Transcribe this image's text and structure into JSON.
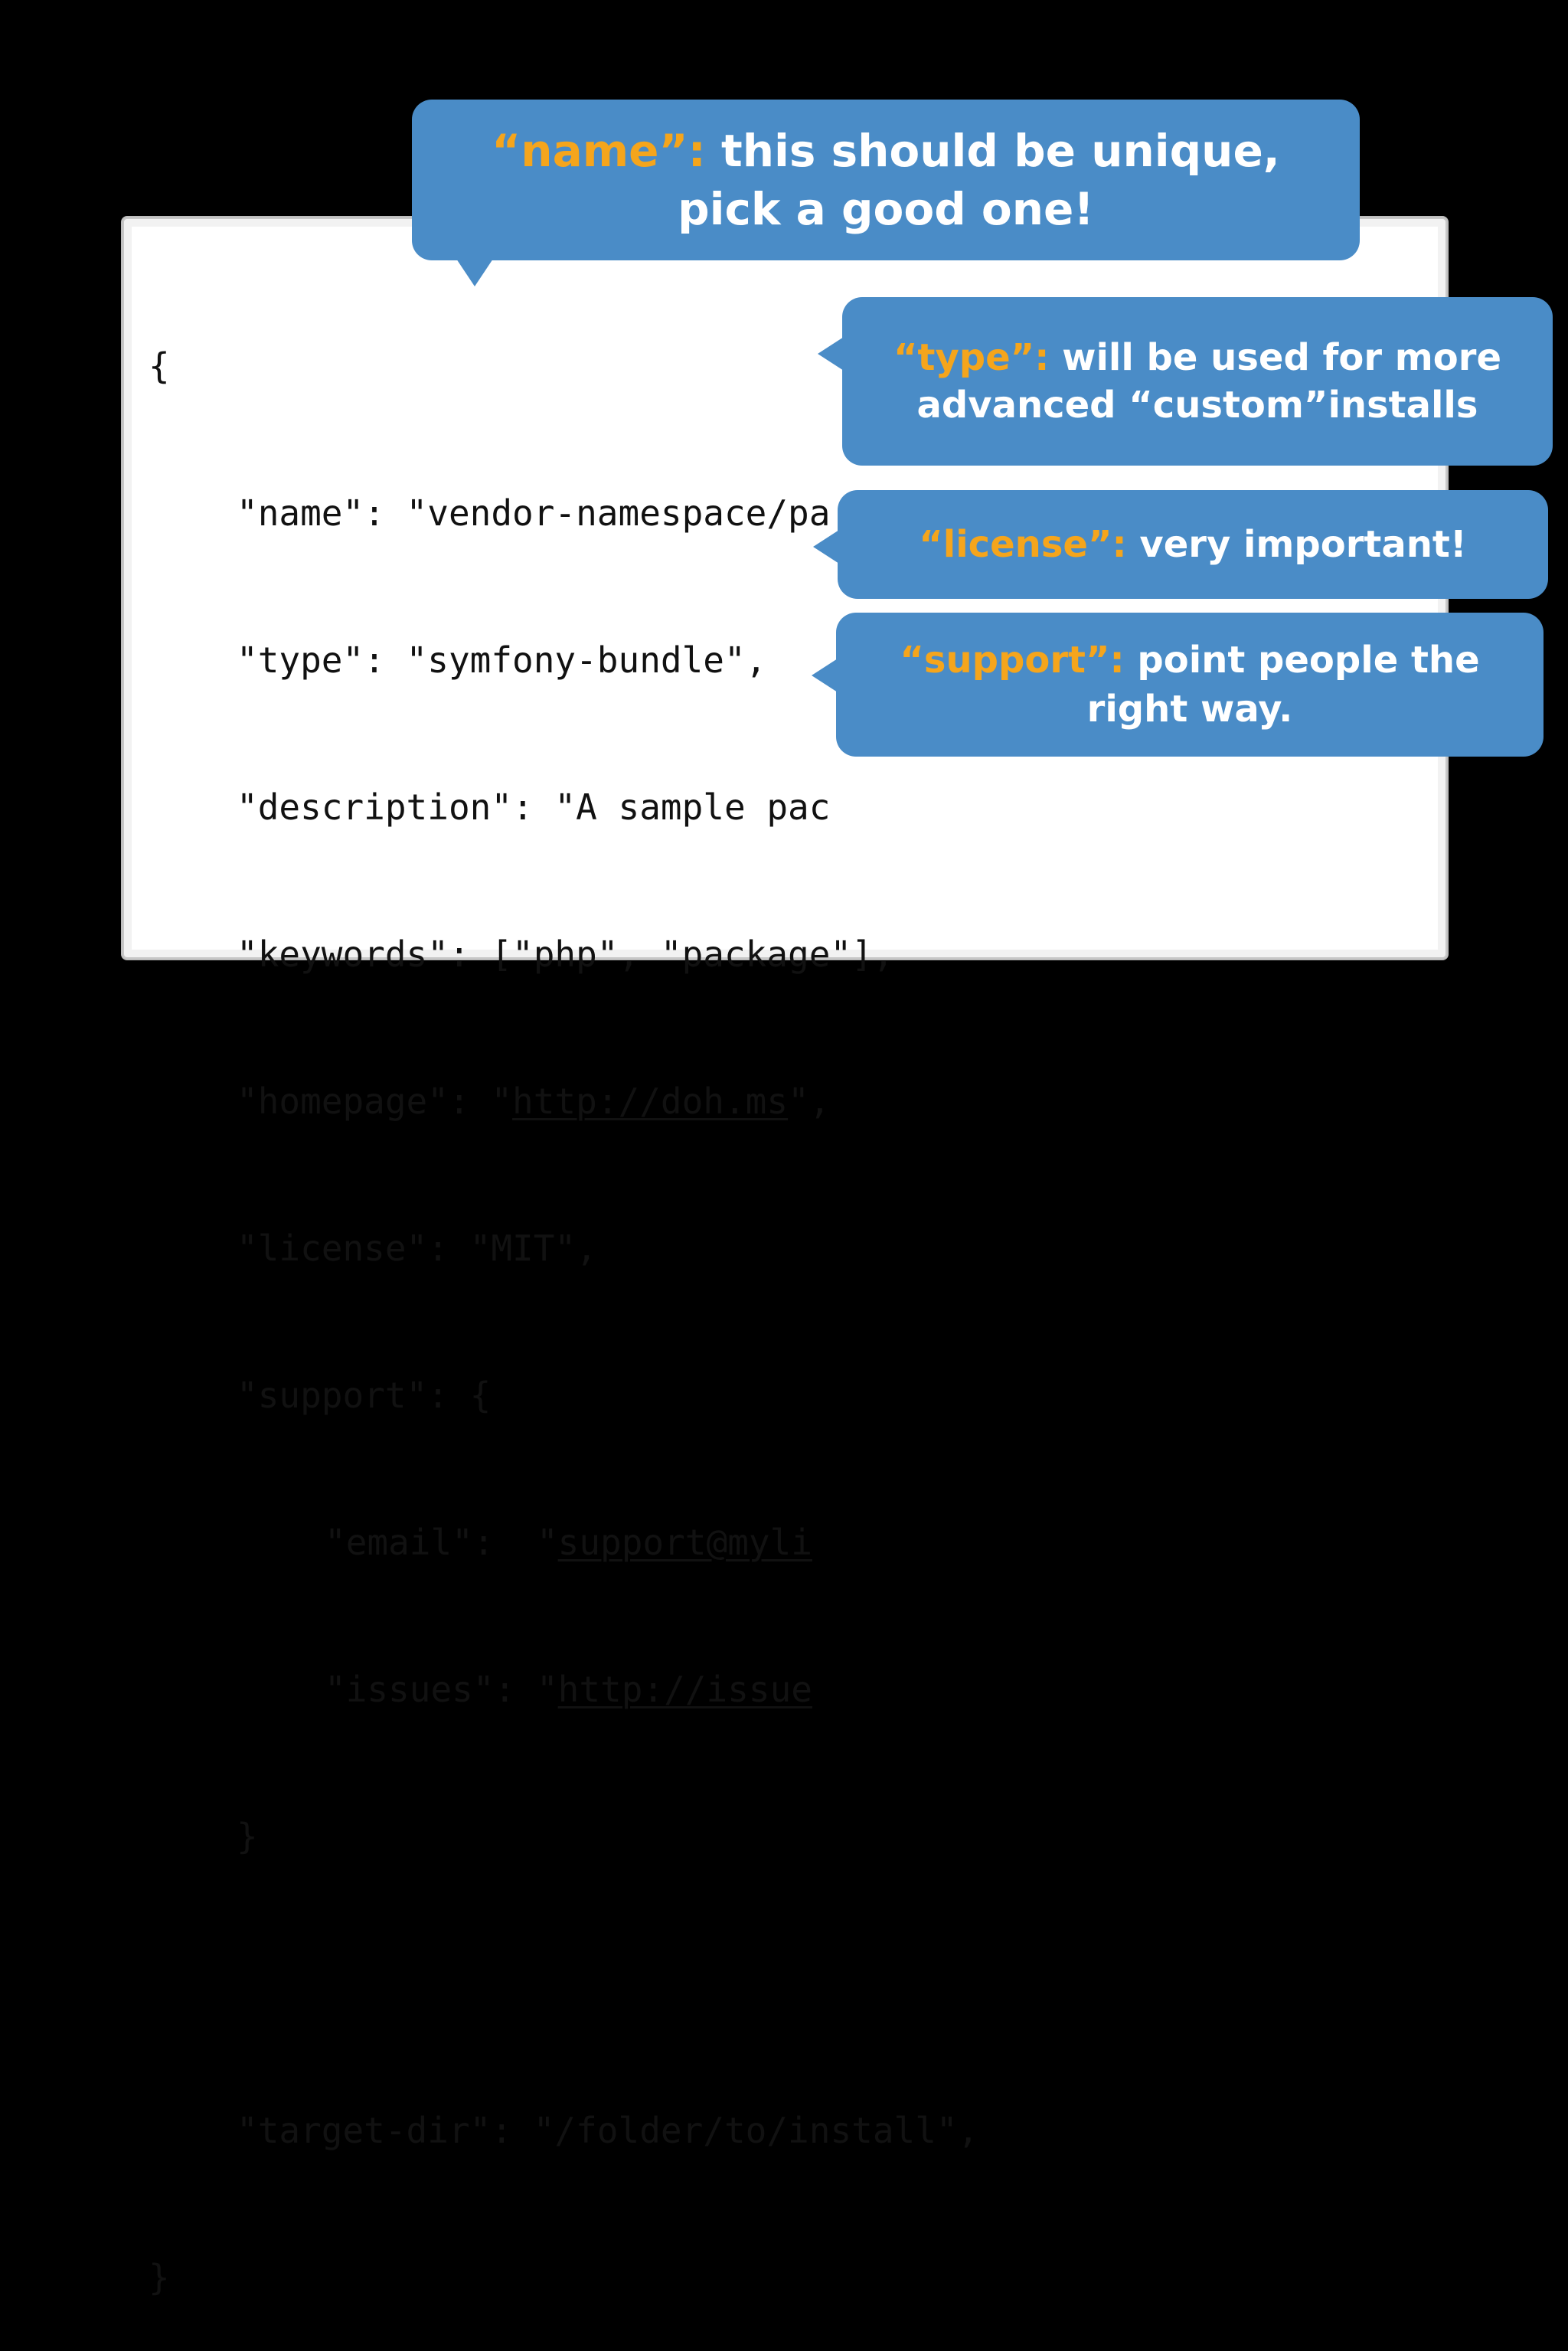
{
  "code": {
    "open_brace": "{",
    "l_name_a": "\"name\": \"vendor-namespace/pa",
    "l_type": "\"type\": \"symfony-bundle\",",
    "l_desc": "\"description\": \"A sample pac",
    "l_keywords": "\"keywords\": [\"php\", \"package\"],",
    "l_homepage_a": "\"homepage\": \"",
    "l_homepage_url": "http://doh.ms",
    "l_homepage_b": "\",",
    "l_license": "\"license\": \"MIT\",",
    "l_support": "\"support\": {",
    "l_email_a": "\"email\":  \"",
    "l_email_url": "support@myli",
    "l_issues_a": "\"issues\": \"",
    "l_issues_url": "http://issue",
    "l_close_support": "}",
    "l_target": "\"target-dir\": \"/folder/to/install\",",
    "close_brace": "}"
  },
  "callouts": {
    "name": {
      "key": "“name”:",
      "text": " this should be unique, pick a good one!"
    },
    "type": {
      "key": "“type”:",
      "text": " will be used for more advanced “custom”installs"
    },
    "license": {
      "key": "“license”:",
      "text": " very important!"
    },
    "support": {
      "key": "“support”:",
      "text": " point people the right way."
    }
  },
  "colors": {
    "bubble": "#4a8cc7",
    "key_highlight": "#f5a51c",
    "background": "#000000"
  }
}
